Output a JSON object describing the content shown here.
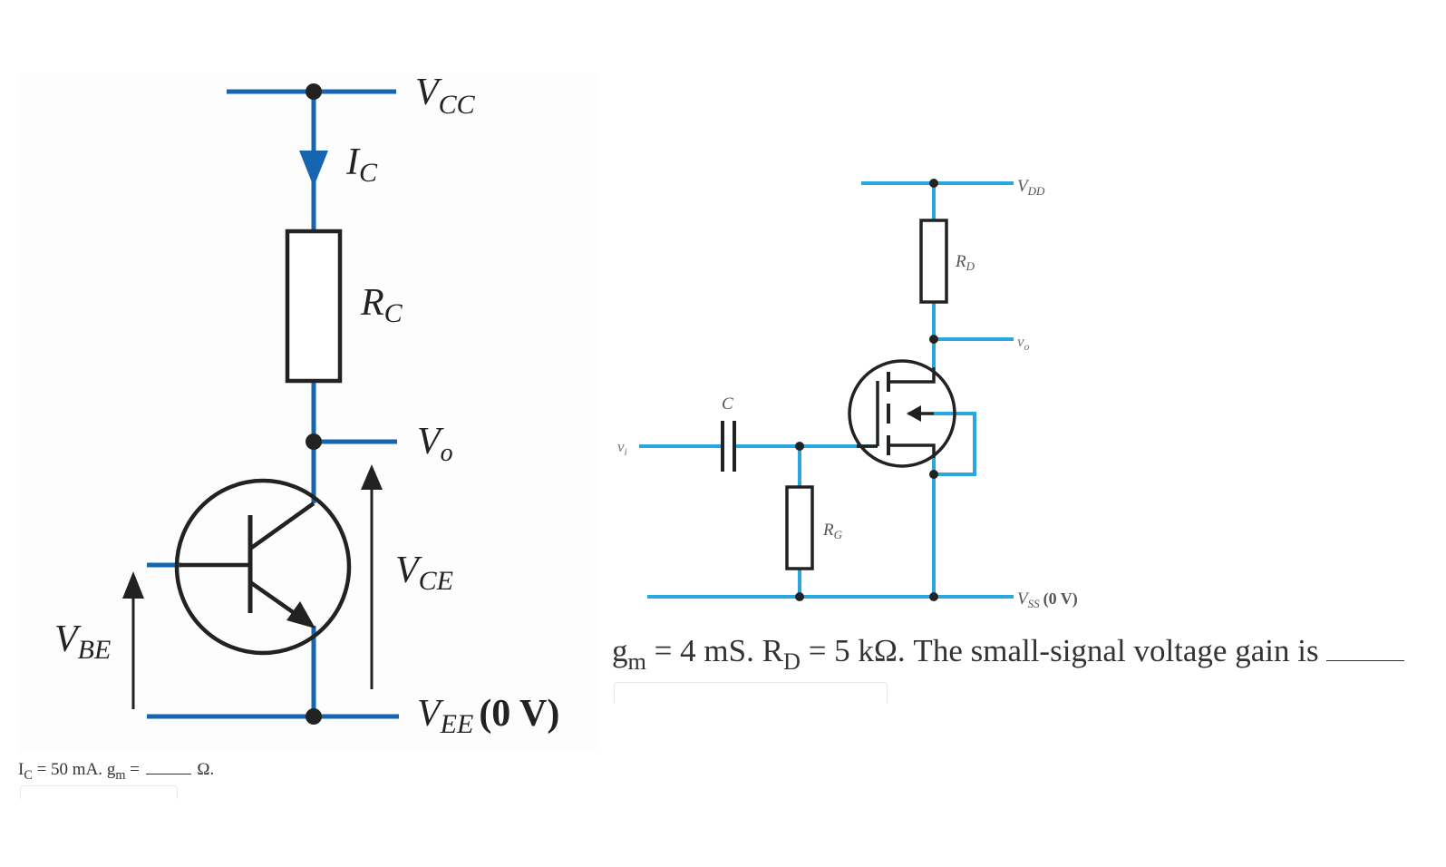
{
  "bjt_circuit": {
    "labels": {
      "vcc": "V",
      "vcc_sub": "CC",
      "ic": "I",
      "ic_sub": "C",
      "rc": "R",
      "rc_sub": "C",
      "vo": "V",
      "vo_sub": "o",
      "vce": "V",
      "vce_sub": "CE",
      "vbe": "V",
      "vbe_sub": "BE",
      "vee": "V",
      "vee_sub": "EE",
      "vee_suffix": "(0 V)"
    },
    "colors": {
      "wire": "#1565b0",
      "component": "#222222"
    }
  },
  "mosfet_circuit": {
    "labels": {
      "vdd": "V",
      "vdd_sub": "DD",
      "rd": "R",
      "rd_sub": "D",
      "vo": "v",
      "vo_sub": "o",
      "c": "C",
      "vi": "v",
      "vi_sub": "i",
      "rg": "R",
      "rg_sub": "G",
      "vss": "V",
      "vss_sub": "SS",
      "vss_suffix": "(0 V)"
    },
    "colors": {
      "wire": "#29a8e0",
      "component": "#222222"
    }
  },
  "question1": {
    "ic_sym": "I",
    "ic_sub": "C",
    "ic_text": " = 50 mA.  ",
    "gm_sym": "g",
    "gm_sub": "m",
    "gm_eq": " = ",
    "unit": " Ω."
  },
  "question2": {
    "gm_sym": "g",
    "gm_sub": "m",
    "gm_text": " = 4 mS.  ",
    "rd_sym": "R",
    "rd_sub": "D",
    "rd_text": " = 5 kΩ.  The small-signal voltage gain is"
  }
}
